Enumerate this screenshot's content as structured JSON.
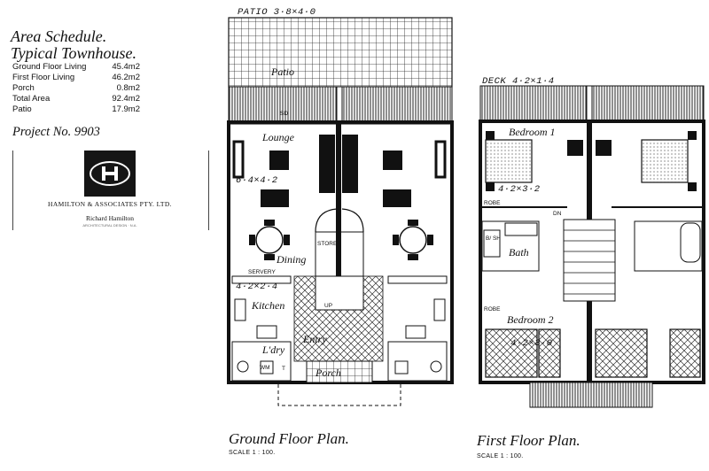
{
  "schedule": {
    "title_line1": "Area Schedule.",
    "title_line2": "Typical Townhouse.",
    "rows": [
      {
        "label": "Ground Floor Living",
        "value": "45.4m2"
      },
      {
        "label": "First Floor Living",
        "value": "46.2m2"
      },
      {
        "label": "Porch",
        "value": "0.8m2"
      },
      {
        "label": "Total Area",
        "value": "92.4m2"
      },
      {
        "label": "Patio",
        "value": "17.9m2"
      }
    ],
    "project": "Project No. 9903"
  },
  "company": {
    "name": "HAMILTON & ASSOCIATES PTY. LTD.",
    "person": "Richard Hamilton",
    "person_sub": "ARCHITECTURAL DESIGN · N.A."
  },
  "ground": {
    "patio_dim": "PATIO 3·8×4·0",
    "patio": "Patio",
    "sd": "SD",
    "lounge": "Lounge",
    "lounge_dim": "6·4×4·2",
    "store": "STORE",
    "dining": "Dining",
    "servery": "SERVERY",
    "kitchen_dim": "4·2×2·4",
    "kitchen": "Kitchen",
    "stairs_up": "UP",
    "entry": "Entry",
    "laundry": "L'dry",
    "porch": "Porch",
    "wm": "WM",
    "t": "T",
    "caption": "Ground Floor Plan.",
    "scale": "SCALE 1 : 100."
  },
  "first": {
    "deck_dim": "DECK 4·2×1·4",
    "bedroom1": "Bedroom 1",
    "bed1_dim": "4·2×3·2",
    "robe1": "ROBE",
    "dn": "DN",
    "bsh": "B/\nSH",
    "bath": "Bath",
    "robe2": "ROBE",
    "bedroom2": "Bedroom 2",
    "bed2_dim": "4·2×3·0",
    "caption": "First Floor Plan.",
    "scale": "SCALE 1 : 100."
  },
  "icons": {
    "logo": "hamilton-logo-icon"
  }
}
